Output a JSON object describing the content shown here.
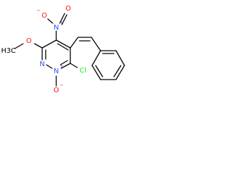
{
  "atoms": {
    "methyl": "H3C",
    "ether_oxygen": "O",
    "ring_nitrogen_1": "N",
    "ring_nitrogen_2": "N",
    "n_oxide_oxygen": "O",
    "nitro_nitrogen": "N",
    "nitro_oxygen_left": "O",
    "nitro_oxygen_right": "O",
    "chlorine": "Cl"
  },
  "charges": {
    "nitro_nitrogen": "+",
    "nitro_oxygen_left": "−",
    "ring_nitrogen_2": "+",
    "n_oxide_oxygen": "−"
  },
  "colors": {
    "bond": "#000000",
    "carbon_label": "#000000",
    "oxygen": "#ff0d0d",
    "nitrogen": "#3050f8",
    "chlorine": "#1ff01f"
  }
}
